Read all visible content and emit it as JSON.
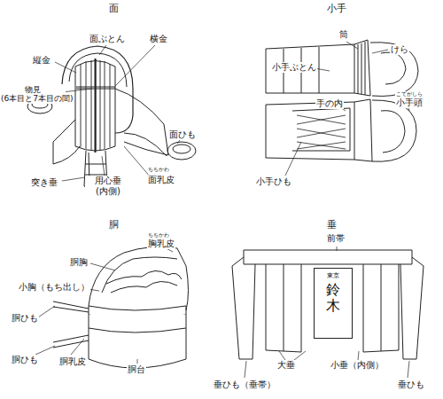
{
  "diagram": {
    "nodes": [
      {
        "text": [
          "東京",
          "鈴木"
        ]
      }
    ],
    "labels": [
      "面",
      "縦金",
      "面ぶとん",
      "横金",
      "物見 (6本目と7本目の間)",
      "面ひも",
      "突き垂",
      "用心垂 (内側)",
      "ちちかわ",
      "面乳皮",
      "小手",
      "筒",
      "けら",
      "小手ぶとん",
      "手の内",
      "こてがしら",
      "小手頭",
      "小手ひも",
      "胴",
      "ちちかわ",
      "胸乳皮",
      "胴胸",
      "小胸（もち出し）",
      "胴ひも",
      "胴ひも",
      "胴乳皮",
      "胴台",
      "垂",
      "前帯",
      "大垂",
      "小垂（内側）",
      "垂ひも（垂帯）",
      "垂ひも"
    ]
  }
}
